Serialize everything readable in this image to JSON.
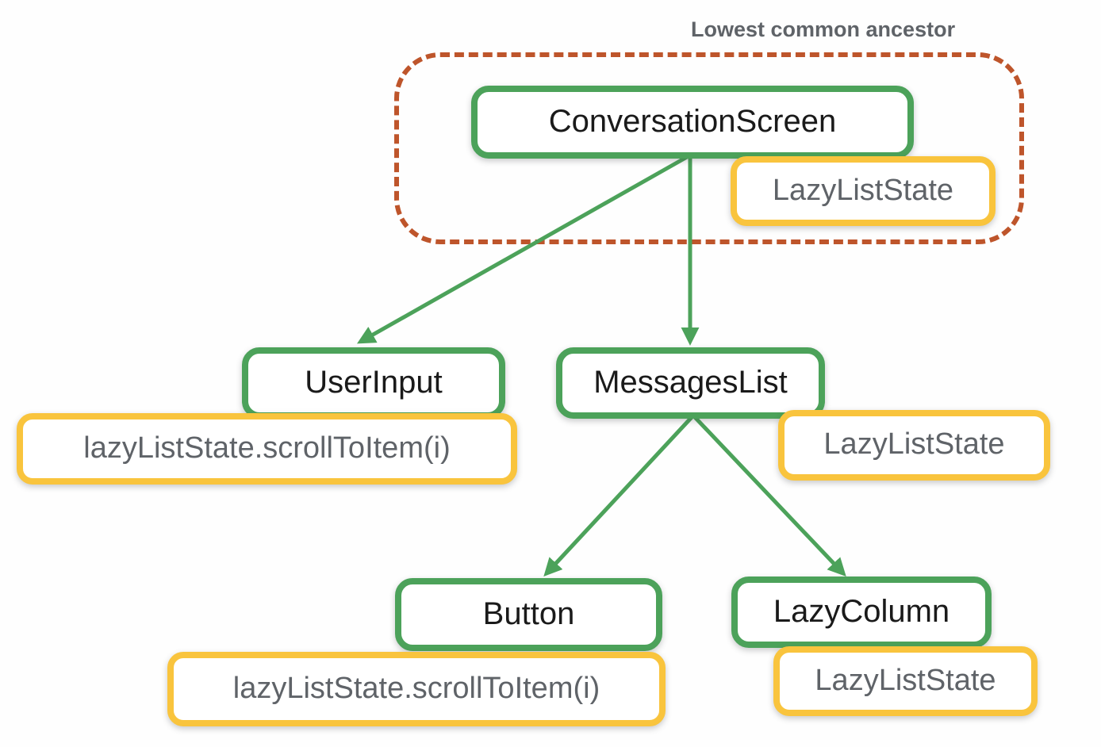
{
  "diagram": {
    "annotation_label": "Lowest common ancestor",
    "colors": {
      "composable_border_green": "#4ca25a",
      "state_border_yellow": "#f9c43d",
      "ancestor_outline_orange": "#be552b",
      "state_text_gray": "#5f6368",
      "composable_text_black": "#1a1a1a"
    },
    "nodes": {
      "conversation_screen": {
        "label": "ConversationScreen",
        "kind": "composable"
      },
      "conversation_screen_state": {
        "label": "LazyListState",
        "kind": "state"
      },
      "user_input": {
        "label": "UserInput",
        "kind": "composable"
      },
      "user_input_call": {
        "label": "lazyListState.scrollToItem(i)",
        "kind": "state"
      },
      "messages_list": {
        "label": "MessagesList",
        "kind": "composable"
      },
      "messages_list_state": {
        "label": "LazyListState",
        "kind": "state"
      },
      "button": {
        "label": "Button",
        "kind": "composable"
      },
      "button_call": {
        "label": "lazyListState.scrollToItem(i)",
        "kind": "state"
      },
      "lazy_column": {
        "label": "LazyColumn",
        "kind": "composable"
      },
      "lazy_column_state": {
        "label": "LazyListState",
        "kind": "state"
      }
    },
    "edges": [
      {
        "from": "ConversationScreen",
        "to": "UserInput"
      },
      {
        "from": "ConversationScreen",
        "to": "MessagesList"
      },
      {
        "from": "MessagesList",
        "to": "Button"
      },
      {
        "from": "MessagesList",
        "to": "LazyColumn"
      }
    ]
  }
}
